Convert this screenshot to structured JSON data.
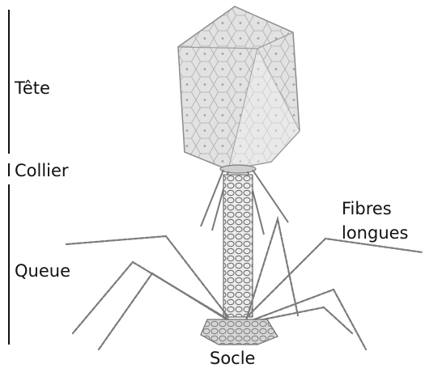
{
  "labels": {
    "head": "Tête",
    "collar": "Collier",
    "tail": "Queue",
    "long_fibers_line1": "Fibres",
    "long_fibers_line2": "longues",
    "baseplate": "Socle"
  },
  "colors": {
    "ink": "#111111",
    "capsid_fill": "#dcdcdc",
    "capsid_stroke": "#8a8a8a",
    "fiber": "#7a7a7a"
  }
}
